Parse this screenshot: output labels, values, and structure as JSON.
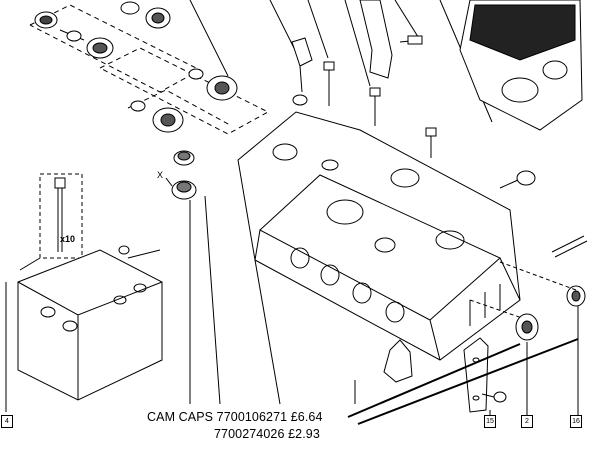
{
  "callouts": {
    "c4": "4",
    "c15": "15",
    "c2": "2",
    "c16": "16"
  },
  "labels": {
    "qty": "x10",
    "x_mark": "X"
  },
  "caption": {
    "line1": "CAM CAPS 7700106271 £6.64",
    "line2": "7700274026 £2.93"
  }
}
